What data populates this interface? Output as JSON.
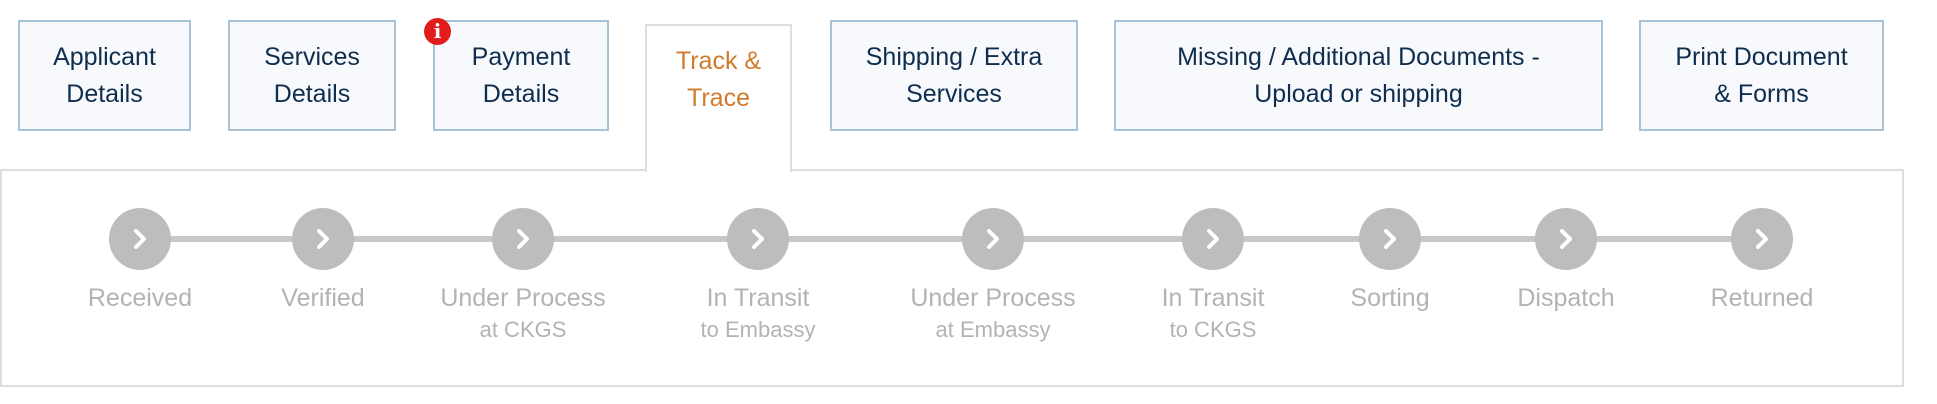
{
  "tabs": [
    {
      "id": "applicant",
      "lines": [
        "Applicant",
        "Details"
      ]
    },
    {
      "id": "services",
      "lines": [
        "Services",
        "Details"
      ]
    },
    {
      "id": "payment",
      "lines": [
        "Payment",
        "Details"
      ],
      "badge": "i"
    },
    {
      "id": "track",
      "lines": [
        "Track &",
        "Trace"
      ],
      "active": true
    },
    {
      "id": "shipping",
      "lines": [
        "Shipping / Extra",
        "Services"
      ]
    },
    {
      "id": "missing",
      "lines": [
        "Missing / Additional Documents -",
        "Upload or shipping"
      ]
    },
    {
      "id": "print",
      "lines": [
        "Print Document",
        "& Forms"
      ]
    }
  ],
  "steps": [
    {
      "label": "Received",
      "sub": ""
    },
    {
      "label": "Verified",
      "sub": ""
    },
    {
      "label": "Under Process",
      "sub": "at CKGS"
    },
    {
      "label": "In Transit",
      "sub": "to Embassy"
    },
    {
      "label": "Under Process",
      "sub": "at Embassy"
    },
    {
      "label": "In Transit",
      "sub": "to CKGS"
    },
    {
      "label": "Sorting",
      "sub": ""
    },
    {
      "label": "Dispatch",
      "sub": ""
    },
    {
      "label": "Returned",
      "sub": ""
    }
  ],
  "icons": {
    "step": "chevron-right-icon",
    "badge": "info-icon"
  },
  "colors": {
    "tab_border": "#a9c3d6",
    "tab_background": "#f7f9fc",
    "tab_text": "#0f2d4d",
    "active_tab_text": "#d07a2c",
    "step_inactive": "#bdbdbd",
    "step_label": "#b3b3b3",
    "badge": "#e21b1b"
  }
}
